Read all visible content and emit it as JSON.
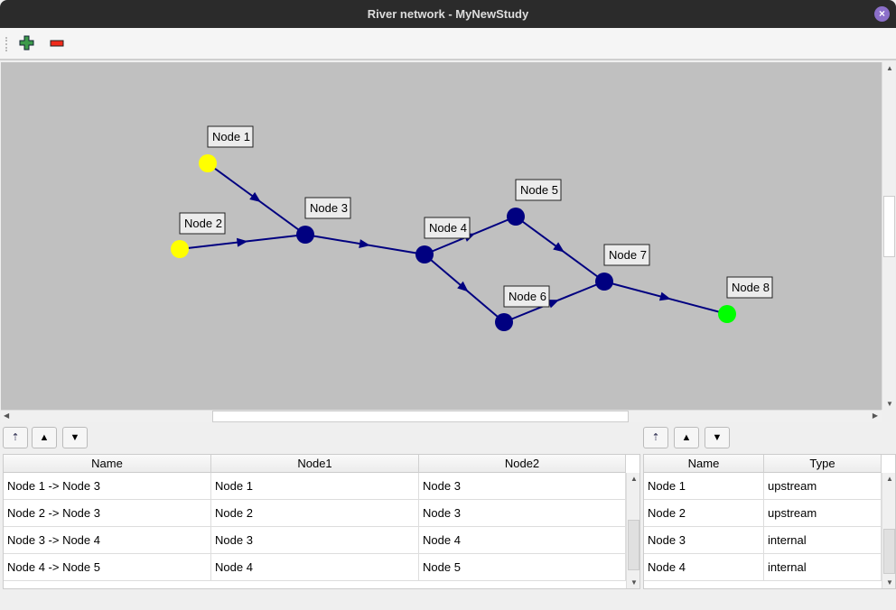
{
  "window": {
    "title": "River network - MyNewStudy",
    "close": "×"
  },
  "toolbar": {
    "add": "add-node",
    "remove": "remove-node"
  },
  "graph": {
    "nodes": [
      {
        "name": "Node 1",
        "color": "#ffff00"
      },
      {
        "name": "Node 2",
        "color": "#ffff00"
      },
      {
        "name": "Node 3",
        "color": "#000080"
      },
      {
        "name": "Node 4",
        "color": "#000080"
      },
      {
        "name": "Node 5",
        "color": "#000080"
      },
      {
        "name": "Node 6",
        "color": "#000080"
      },
      {
        "name": "Node 7",
        "color": "#000080"
      },
      {
        "name": "Node 8",
        "color": "#00ff00"
      }
    ],
    "edges": [
      [
        0,
        2
      ],
      [
        1,
        2
      ],
      [
        2,
        3
      ],
      [
        3,
        4
      ],
      [
        3,
        5
      ],
      [
        4,
        6
      ],
      [
        5,
        6
      ],
      [
        6,
        7
      ]
    ],
    "edge_color": "#000080",
    "background": "#c0c0c0"
  },
  "edges_table": {
    "headers": [
      "Name",
      "Node1",
      "Node2"
    ],
    "rows": [
      [
        "Node 1 -> Node 3",
        "Node 1",
        "Node 3"
      ],
      [
        "Node 2 -> Node 3",
        "Node 2",
        "Node 3"
      ],
      [
        "Node 3 -> Node 4",
        "Node 3",
        "Node 4"
      ],
      [
        "Node 4 -> Node 5",
        "Node 4",
        "Node 5"
      ]
    ]
  },
  "nodes_table": {
    "headers": [
      "Name",
      "Type"
    ],
    "rows": [
      [
        "Node 1",
        "upstream"
      ],
      [
        "Node 2",
        "upstream"
      ],
      [
        "Node 3",
        "internal"
      ],
      [
        "Node 4",
        "internal"
      ]
    ]
  }
}
